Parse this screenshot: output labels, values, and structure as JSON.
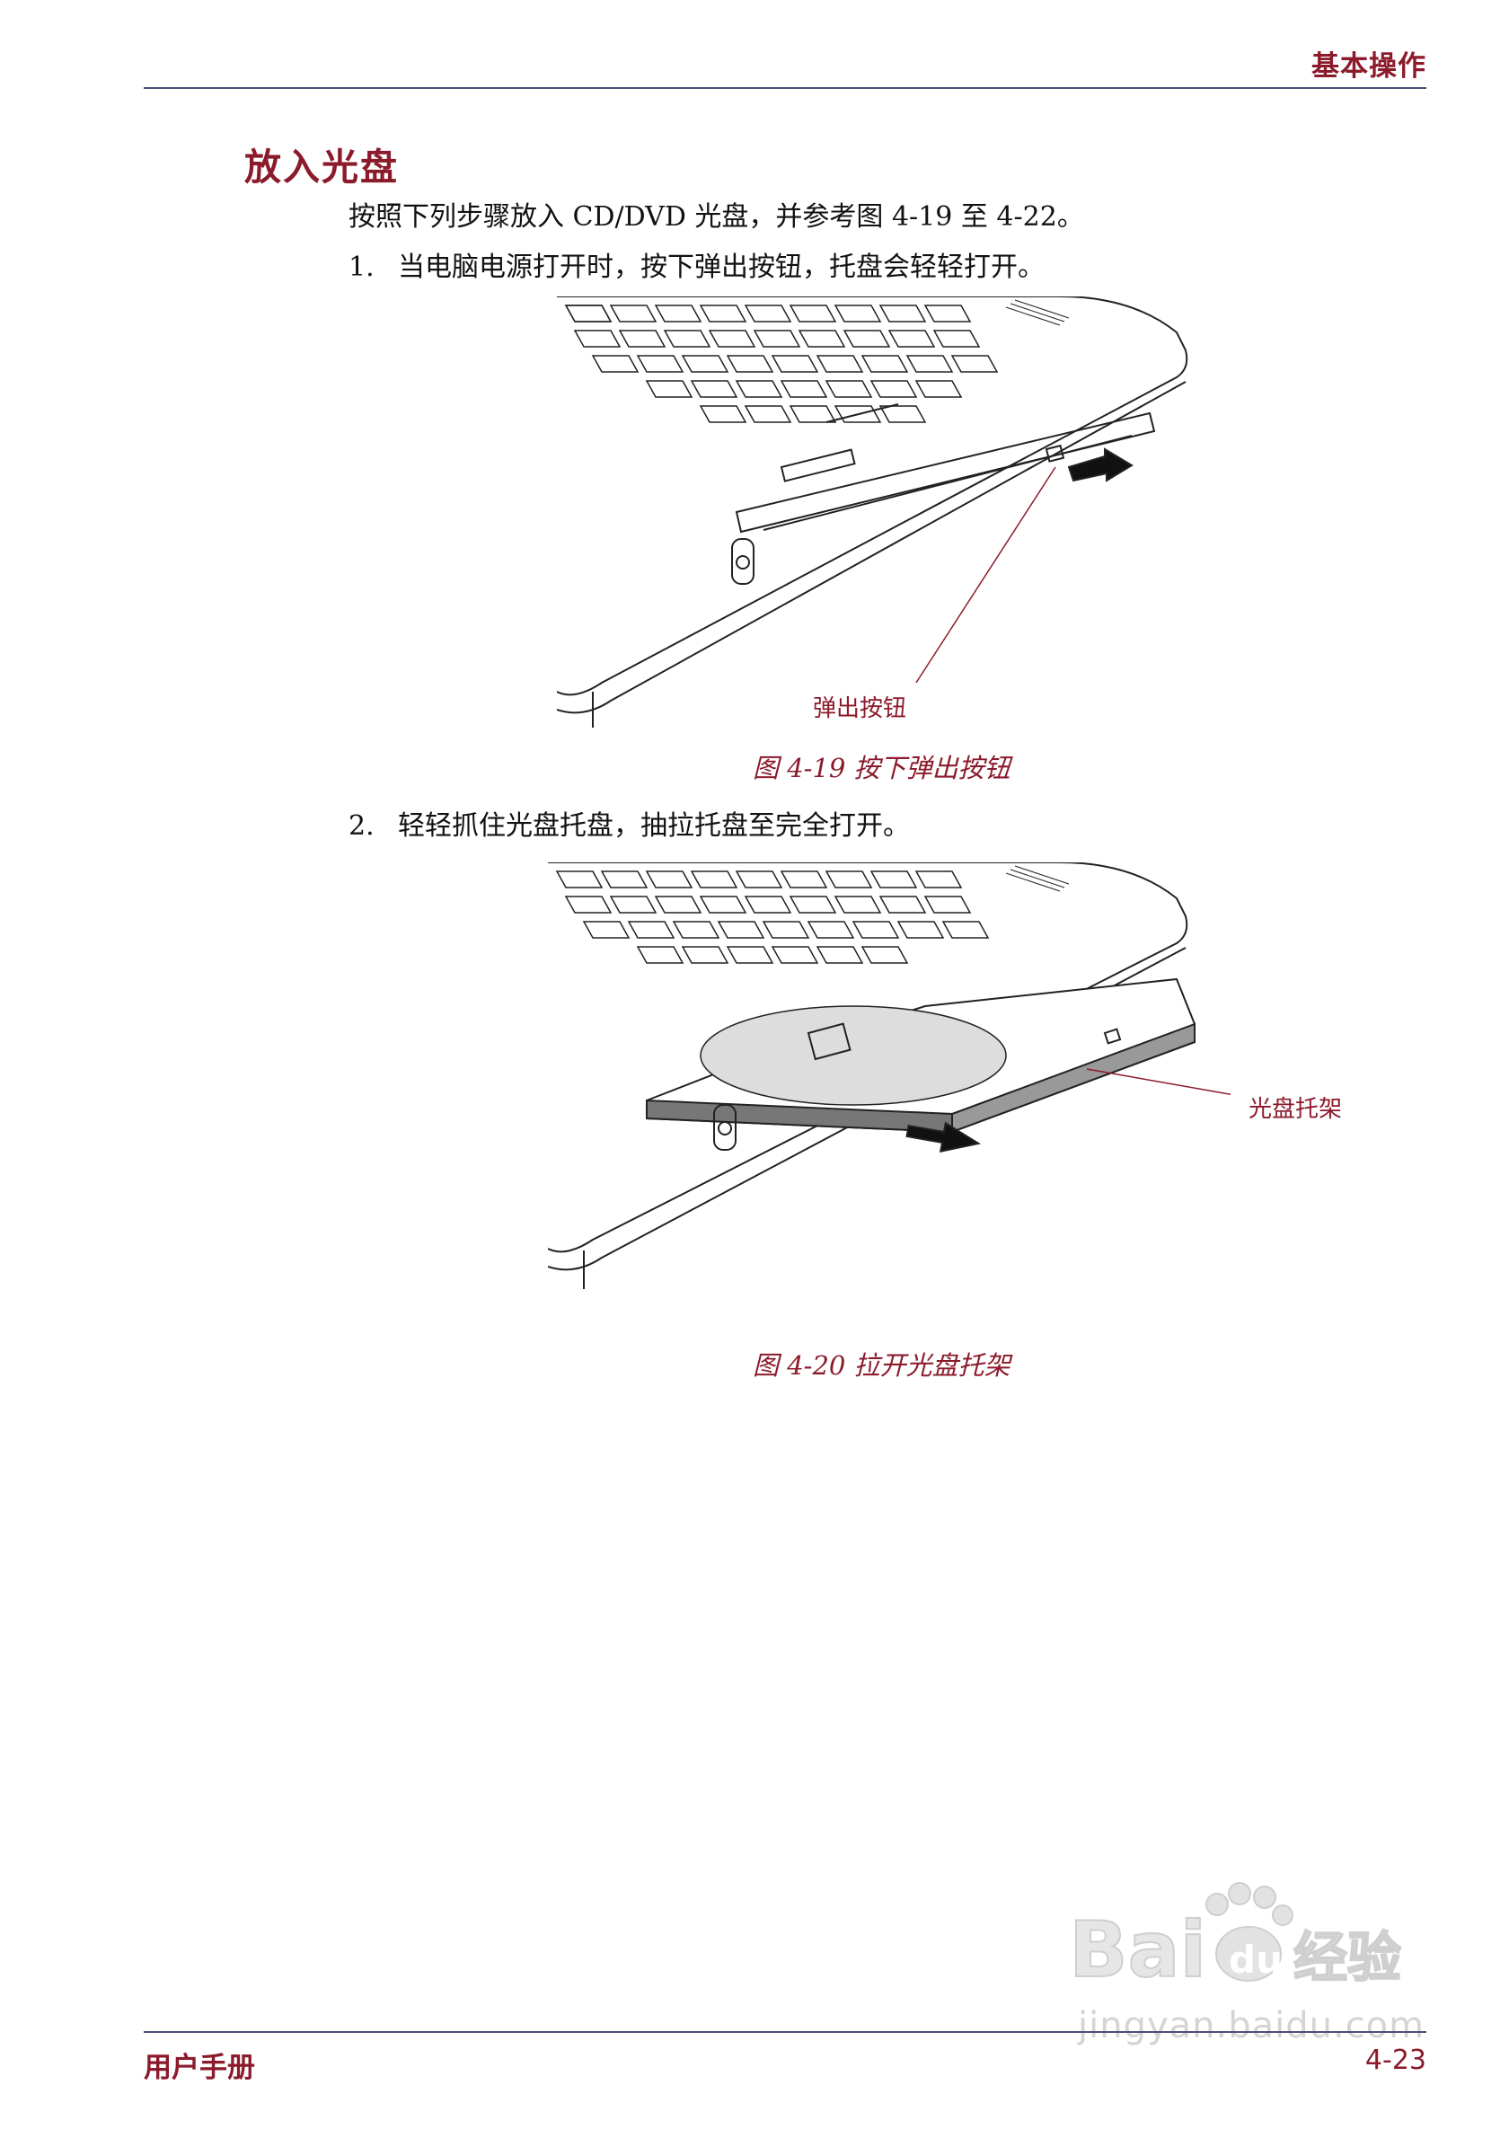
{
  "header": {
    "title": "基本操作"
  },
  "section": {
    "title": "放入光盘"
  },
  "intro": "按照下列步骤放入 CD/DVD 光盘，并参考图 4-19 至 4-22。",
  "steps": [
    {
      "num": "1.",
      "text": "当电脑电源打开时，按下弹出按钮，托盘会轻轻打开。"
    },
    {
      "num": "2.",
      "text": "轻轻抓住光盘托盘，抽拉托盘至完全打开。"
    }
  ],
  "figures": [
    {
      "callout": "弹出按钮",
      "caption": "图 4-19 按下弹出按钮"
    },
    {
      "callout": "光盘托架",
      "caption": "图 4-20 拉开光盘托架"
    }
  ],
  "footer": {
    "left": "用户手册",
    "right": "4-23"
  },
  "watermark": {
    "sub": "jingyan.baidu.com"
  },
  "colors": {
    "accent": "#8b1a2b",
    "rule": "#4a4f7a"
  }
}
